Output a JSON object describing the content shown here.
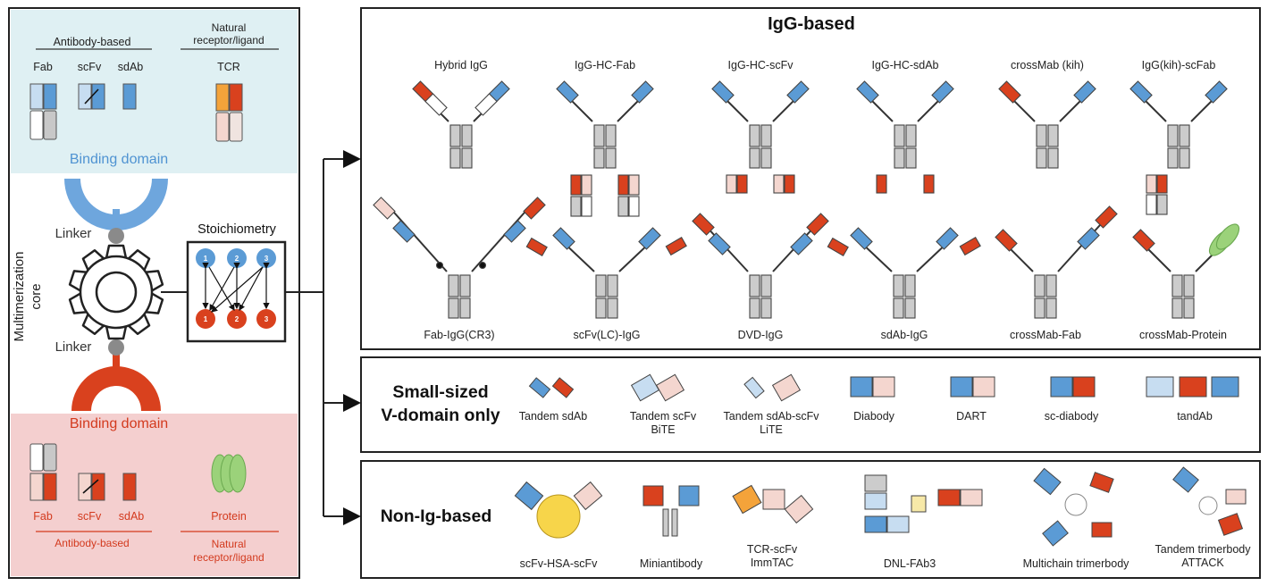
{
  "left_panel": {
    "top": {
      "antibody_based": "Antibody-based",
      "natural_receptor": "Natural\nreceptor/ligand",
      "fab": "Fab",
      "scfv": "scFv",
      "sdab": "sdAb",
      "tcr": "TCR",
      "binding_domain": "Binding domain"
    },
    "core": {
      "linker_top": "Linker",
      "linker_bottom": "Linker",
      "multimerization": "Multimerization\ncore",
      "stoichiometry": "Stoichiometry",
      "nodes_top": [
        "1",
        "2",
        "3"
      ],
      "nodes_bottom": [
        "1",
        "2",
        "3"
      ]
    },
    "bottom": {
      "binding_domain": "Binding domain",
      "fab": "Fab",
      "scfv": "scFv",
      "sdab": "sdAb",
      "protein": "Protein",
      "antibody_based": "Antibody-based",
      "natural_receptor": "Natural\nreceptor/ligand"
    }
  },
  "igg_panel": {
    "title": "IgG-based",
    "row1": [
      "Hybrid IgG",
      "IgG-HC-Fab",
      "IgG-HC-scFv",
      "IgG-HC-sdAb",
      "crossMab (kih)",
      "IgG(kih)-scFab"
    ],
    "row2": [
      "Fab-IgG(CR3)",
      "scFv(LC)-IgG",
      "DVD-IgG",
      "sdAb-IgG",
      "crossMab-Fab",
      "crossMab-Protein"
    ]
  },
  "small_panel": {
    "title": "Small-sized\nV-domain only",
    "items": [
      "Tandem sdAb",
      "Tandem scFv\nBiTE",
      "Tandem sdAb-scFv\nLiTE",
      "Diabody",
      "DART",
      "sc-diabody",
      "tandAb"
    ]
  },
  "nonig_panel": {
    "title": "Non-Ig-based",
    "items": [
      "scFv-HSA-scFv",
      "Miniantibody",
      "TCR-scFv\nImmTAC",
      "DNL-FAb3",
      "Multichain trimerbody",
      "Tandem trimerbody\nATTACK"
    ]
  },
  "colors": {
    "blue": "#5b9bd5",
    "light_blue": "#c7ddf1",
    "red": "#d9411e",
    "light_red": "#f4d6cf",
    "grey": "#c8c8c8",
    "orange": "#f4a33a",
    "green": "#9bd27a",
    "yellow": "#f7d54a",
    "top_bg": "#dff0f3",
    "bottom_bg": "#f4cfcf"
  }
}
